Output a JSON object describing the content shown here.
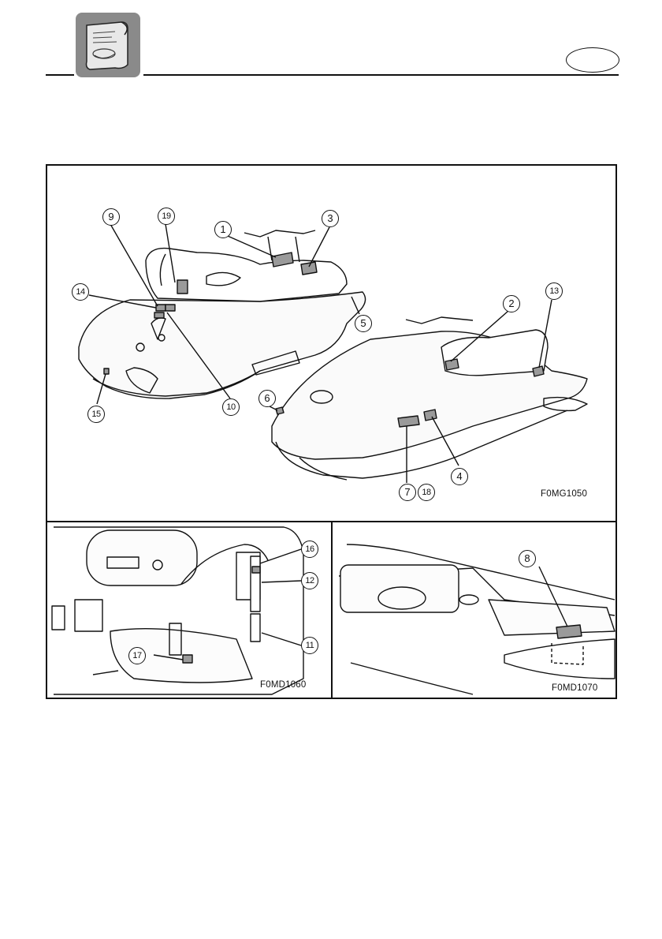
{
  "header": {
    "icon": "manual-book-icon",
    "language_oval": ""
  },
  "figure": {
    "main_code": "F0MG1050",
    "engine_code": "F0MD1060",
    "storage_code": "F0MD1070"
  },
  "callouts": {
    "c1": "1",
    "c2": "2",
    "c3": "3",
    "c4": "4",
    "c5": "5",
    "c6": "6",
    "c7": "7",
    "c8": "8",
    "c9": "9",
    "c10": "10",
    "c11": "11",
    "c12": "12",
    "c13": "13",
    "c14": "14",
    "c15": "15",
    "c16": "16",
    "c17": "17",
    "c18": "18",
    "c19": "19"
  },
  "colors": {
    "ink": "#111111",
    "label_fill": "#9a9a9a",
    "icon_bg": "#8a8a8a"
  }
}
